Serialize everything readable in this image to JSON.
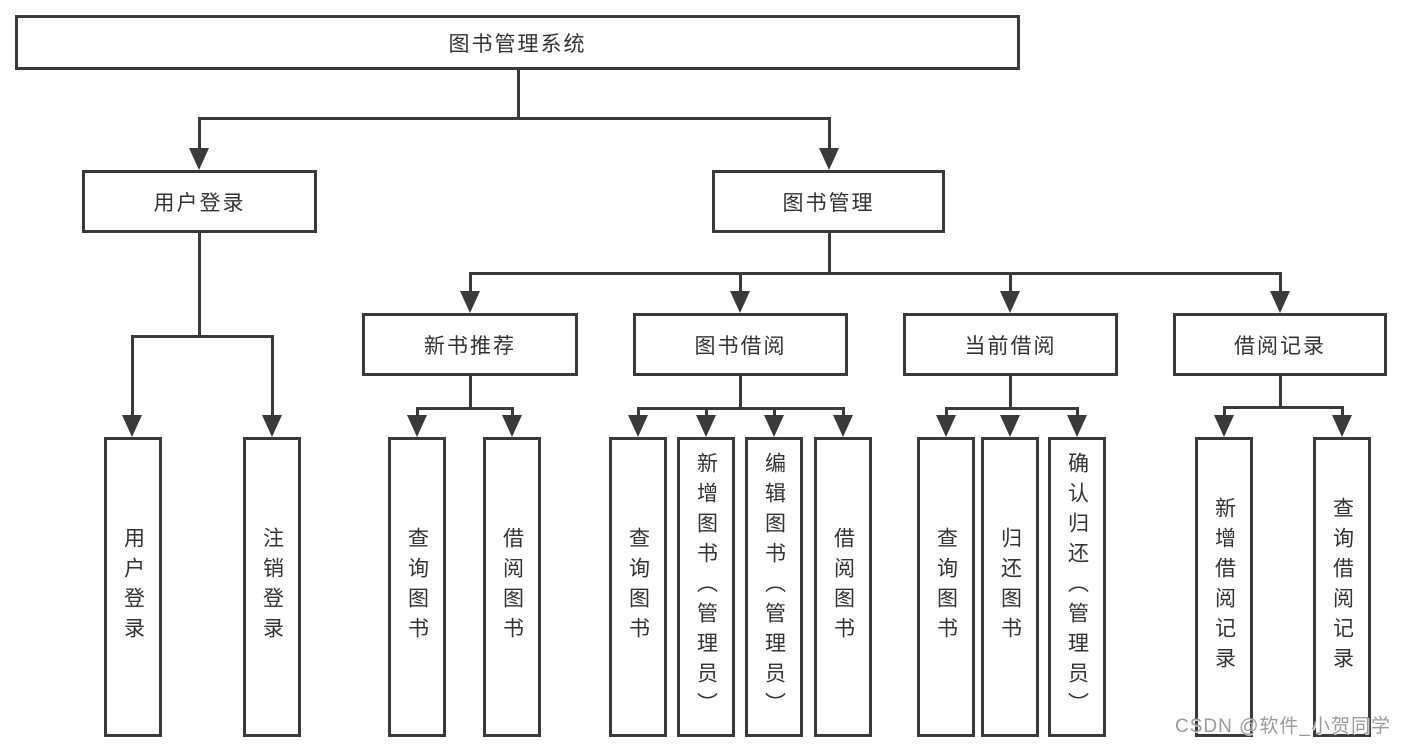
{
  "diagram_title": "图书管理系统",
  "tree": {
    "root": "图书管理系统",
    "branches": [
      {
        "label": "用户登录",
        "children": [
          "用户登录",
          "注销登录"
        ]
      },
      {
        "label": "图书管理",
        "children": [
          {
            "label": "新书推荐",
            "children": [
              "查询图书",
              "借阅图书"
            ]
          },
          {
            "label": "图书借阅",
            "children": [
              "查询图书",
              "新增图书（管理员）",
              "编辑图书（管理员）",
              "借阅图书"
            ]
          },
          {
            "label": "当前借阅",
            "children": [
              "查询图书",
              "归还图书",
              "确认归还（管理员）"
            ]
          },
          {
            "label": "借阅记录",
            "children": [
              "新增借阅记录",
              "查询借阅记录"
            ]
          }
        ]
      }
    ]
  },
  "watermark": "CSDN @软件_小贺同学",
  "colors": {
    "line": "#3a3a3a",
    "text": "#333333",
    "watermark_text": "#9b9b9b",
    "background": "#ffffff"
  }
}
